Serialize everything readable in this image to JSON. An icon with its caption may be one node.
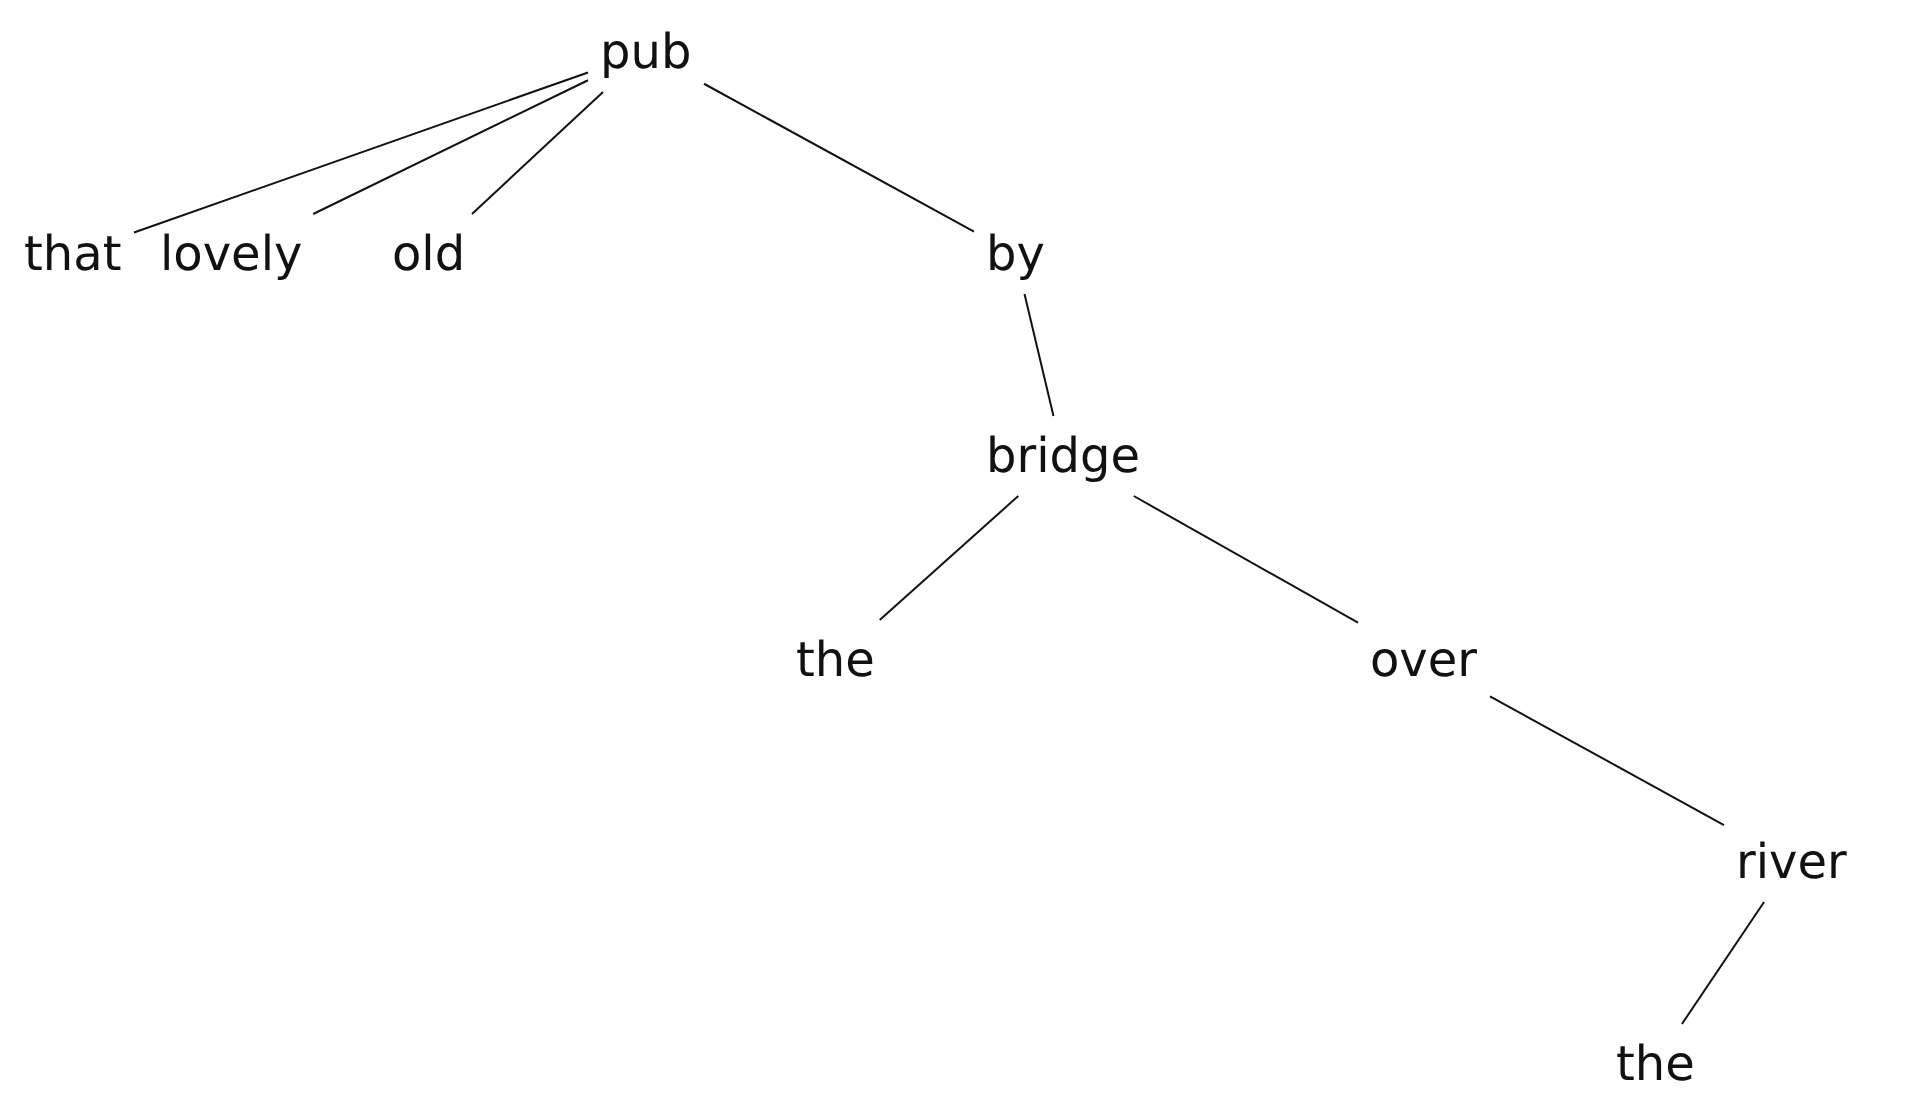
{
  "diagram": {
    "nodes": [
      {
        "text": [
          "pub"
        ]
      },
      {
        "text": [
          "that"
        ]
      },
      {
        "text": [
          "lovely"
        ]
      },
      {
        "text": [
          "old"
        ]
      },
      {
        "text": [
          "by"
        ]
      },
      {
        "text": [
          "bridge"
        ]
      },
      {
        "text": [
          "the"
        ]
      },
      {
        "text": [
          "over"
        ]
      },
      {
        "text": [
          "river"
        ]
      },
      {
        "text": [
          "the"
        ]
      }
    ],
    "edges": [
      {
        "from": 0,
        "to": 1,
        "arrow": "none"
      },
      {
        "from": 0,
        "to": 2,
        "arrow": "none"
      },
      {
        "from": 0,
        "to": 3,
        "arrow": "none"
      },
      {
        "from": 0,
        "to": 4,
        "arrow": "none"
      },
      {
        "from": 4,
        "to": 5,
        "arrow": "none"
      },
      {
        "from": 5,
        "to": 6,
        "arrow": "none"
      },
      {
        "from": 5,
        "to": 7,
        "arrow": "none"
      },
      {
        "from": 7,
        "to": 8,
        "arrow": "none"
      },
      {
        "from": 8,
        "to": 9,
        "arrow": "none"
      }
    ]
  }
}
